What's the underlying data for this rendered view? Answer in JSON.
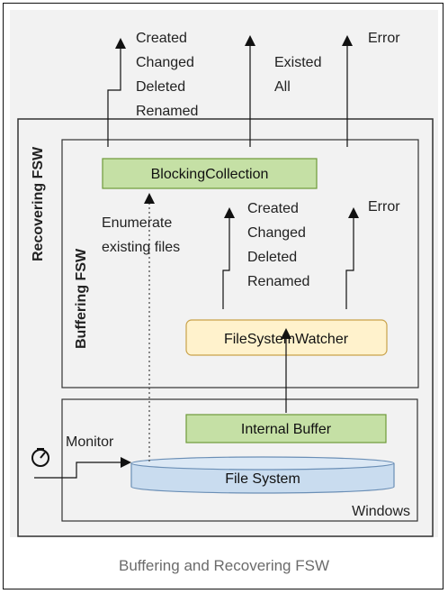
{
  "caption": "Buffering and Recovering FSW",
  "outer_label": "Recovering FSW",
  "middle_label": "Buffering FSW",
  "windows_label": "Windows",
  "boxes": {
    "blocking": "BlockingCollection",
    "watcher": "FileSystemWatcher",
    "buffer": "Internal Buffer",
    "filesystem": "File System"
  },
  "top_outputs": {
    "events": [
      "Created",
      "Changed",
      "Deleted",
      "Renamed"
    ],
    "existed": [
      "Existed",
      "All"
    ],
    "error": "Error"
  },
  "inner_outputs": {
    "events": [
      "Created",
      "Changed",
      "Deleted",
      "Renamed"
    ],
    "error": "Error"
  },
  "enumerate": [
    "Enumerate",
    "existing files"
  ],
  "monitor": "Monitor",
  "colors": {
    "green_box": "#c5e0a5",
    "green_border": "#6f9a3a",
    "yellow_box": "#fff2cc",
    "yellow_border": "#c9a24a",
    "blue_box": "#c9dcef",
    "blue_border": "#6b8fb6"
  }
}
